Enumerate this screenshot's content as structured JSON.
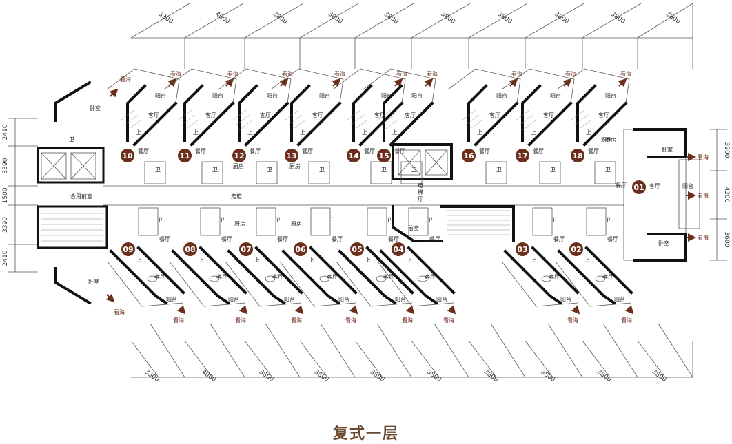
{
  "title": "复式一层",
  "labels": {
    "sea_view": "看海",
    "corridor": "走道",
    "lobby": "合用前室",
    "elevator_hall": "电梯厅",
    "front_room": "前室",
    "bedroom": "卧室",
    "living": "客厅",
    "dining": "餐厅",
    "balcony": "阳台",
    "kitchen": "厨房",
    "bath": "卫",
    "up": "上"
  },
  "dimensions": {
    "top": [
      "3300",
      "4000",
      "3800",
      "3800",
      "3800",
      "3800",
      "3800",
      "3800",
      "3800",
      "3800"
    ],
    "bottom": [
      "3300",
      "4000",
      "3800",
      "3800",
      "3800",
      "3800",
      "3800",
      "3800",
      "3800",
      "3800"
    ],
    "left": [
      "2410",
      "3390",
      "1500",
      "3390",
      "2410"
    ],
    "right": [
      "3200",
      "4200",
      "3600"
    ]
  },
  "units": {
    "top": [
      "10",
      "11",
      "12",
      "13",
      "14",
      "15",
      "16",
      "17",
      "18"
    ],
    "bottom": [
      "09",
      "08",
      "07",
      "06",
      "05",
      "04",
      "03",
      "02"
    ],
    "east": "01"
  },
  "colors": {
    "badge": "#6b2f1d",
    "arrow": "#6b2f1d",
    "title": "#6b4a2e"
  }
}
